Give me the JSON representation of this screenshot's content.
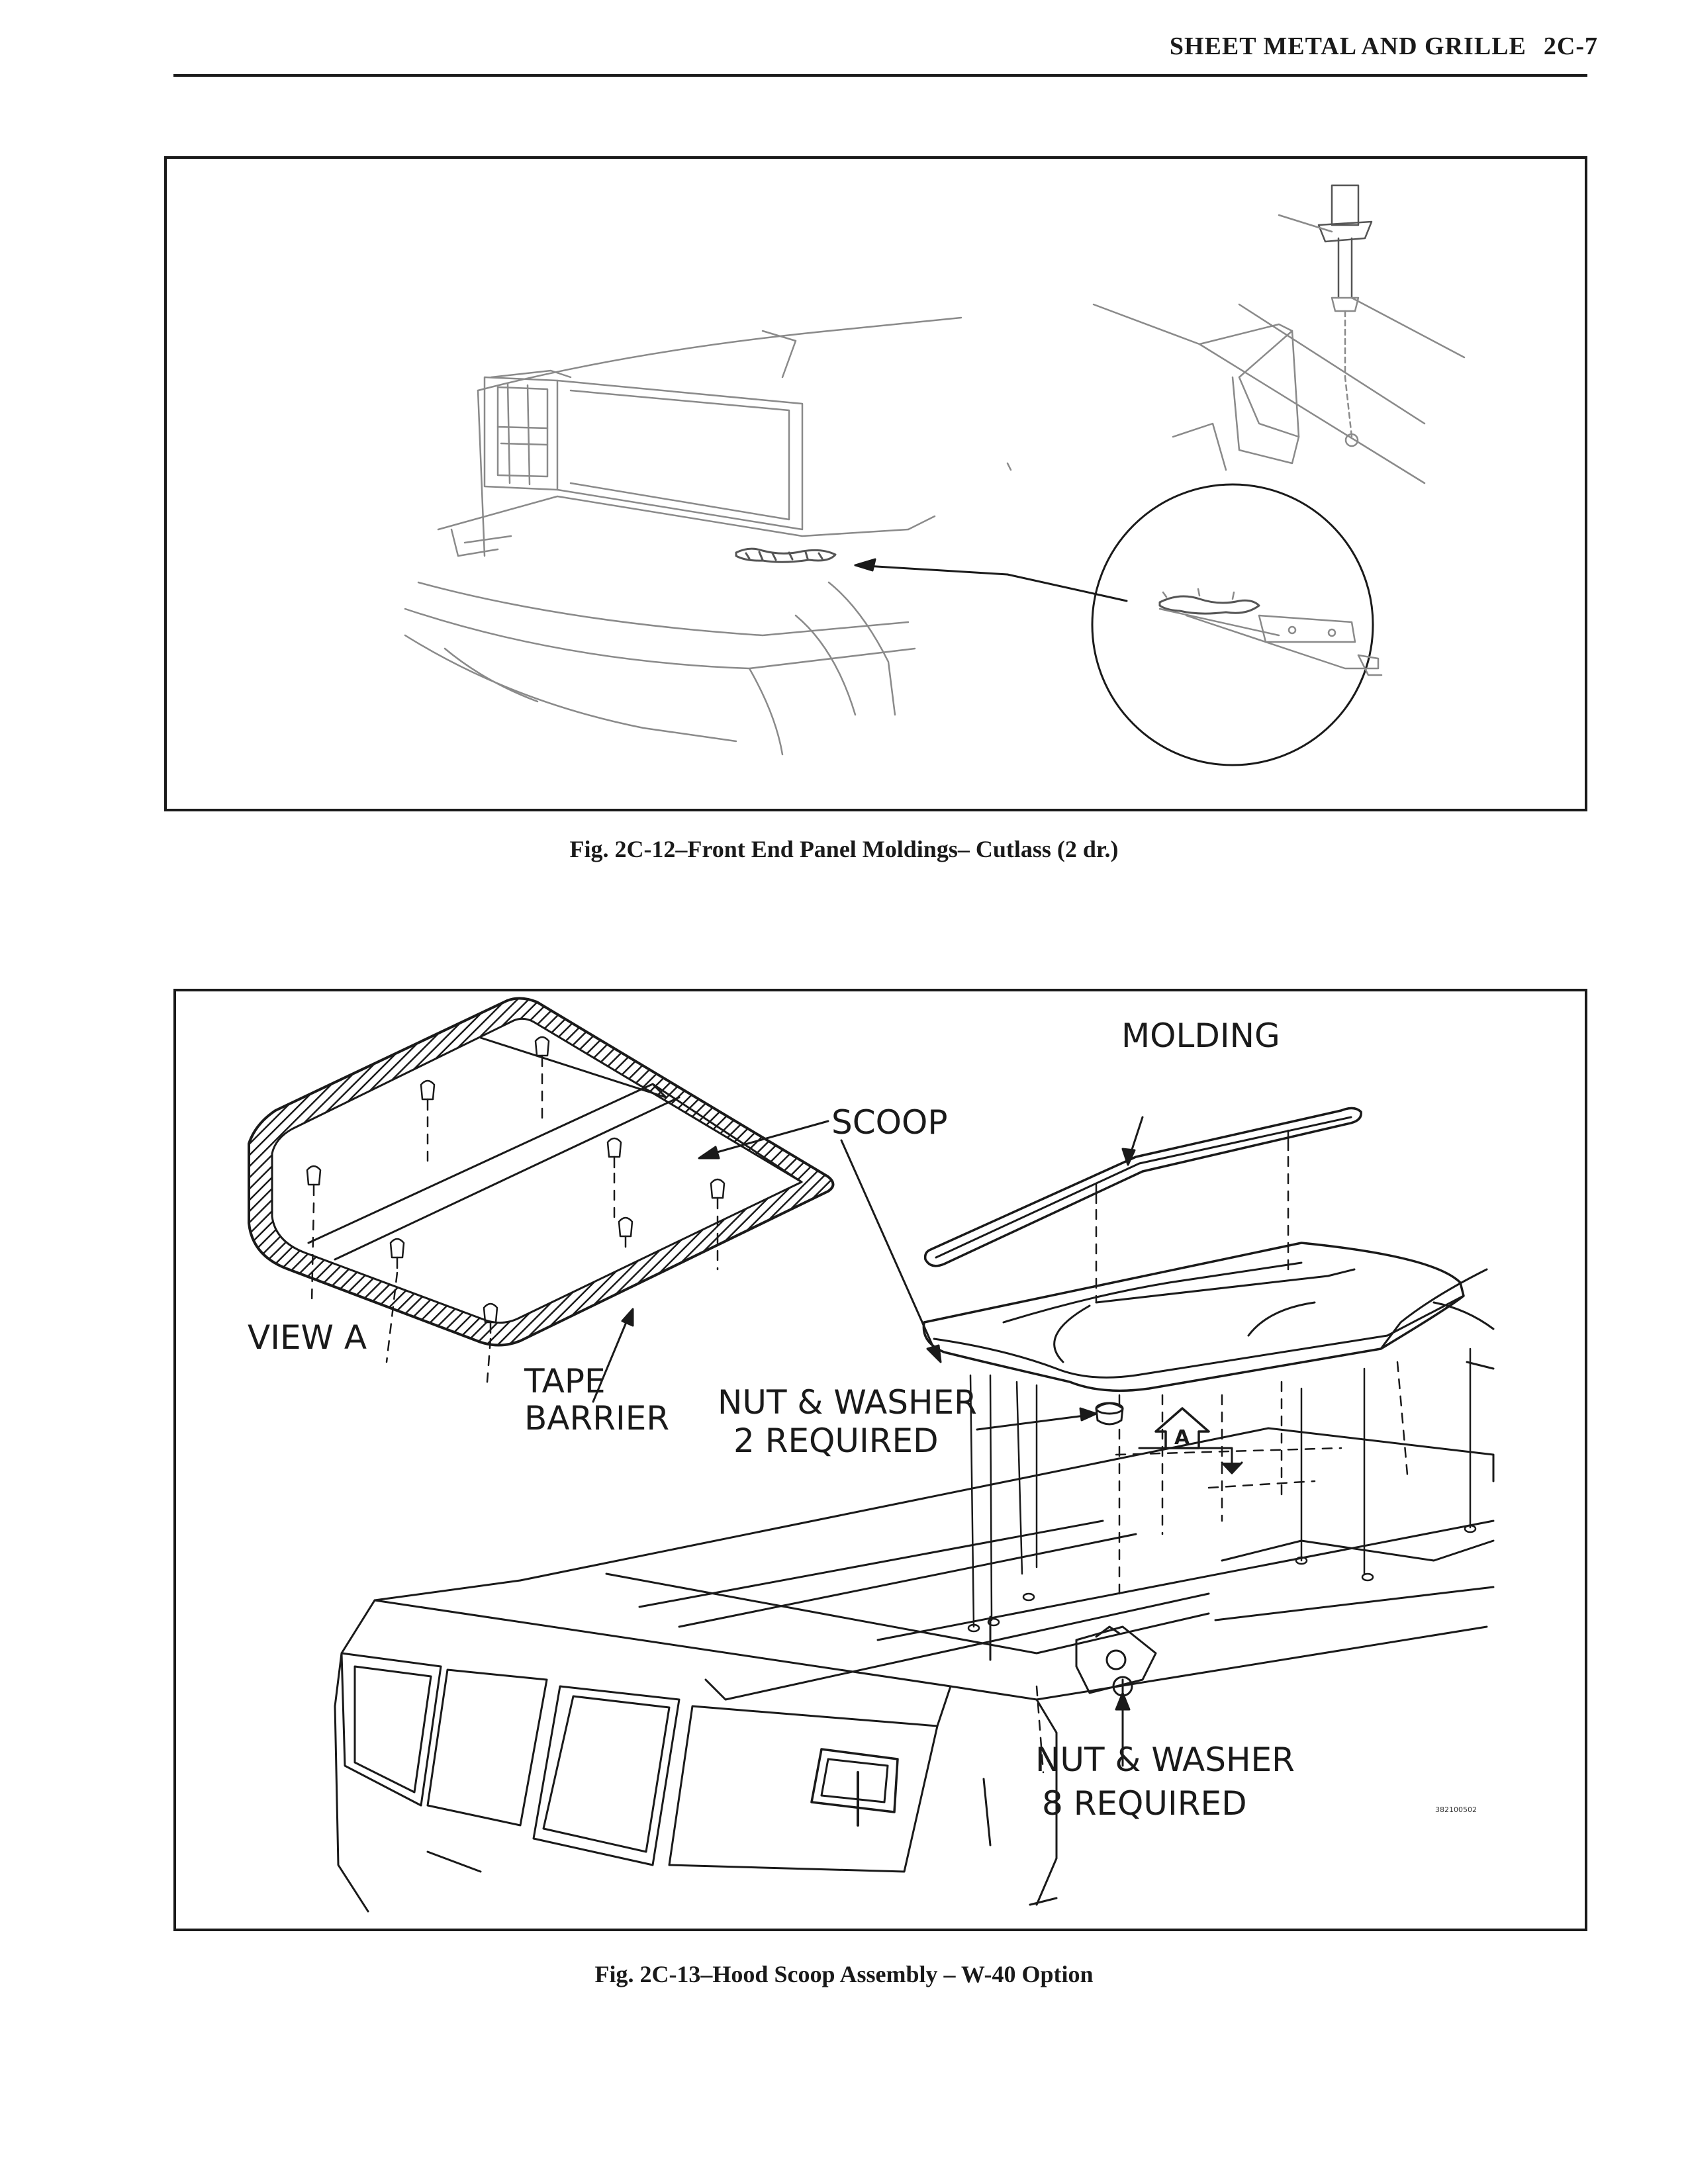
{
  "header": {
    "section_title": "SHEET METAL AND GRILLE",
    "page_number": "2C-7"
  },
  "figures": [
    {
      "caption": "Fig. 2C-12–Front End Panel Moldings– Cutlass (2 dr.)"
    },
    {
      "caption": "Fig. 2C-13–Hood Scoop Assembly – W-40 Option",
      "labels": {
        "molding": "MOLDING",
        "scoop": "SCOOP",
        "view_a": "VIEW A",
        "tape": "TAPE",
        "barrier": "BARRIER",
        "nut_washer_top": "NUT & WASHER",
        "required_top": "2 REQUIRED",
        "nut_washer_bottom": "NUT & WASHER",
        "required_bottom": "8 REQUIRED",
        "view_marker": "A",
        "drawing_number": "382100502"
      }
    }
  ]
}
